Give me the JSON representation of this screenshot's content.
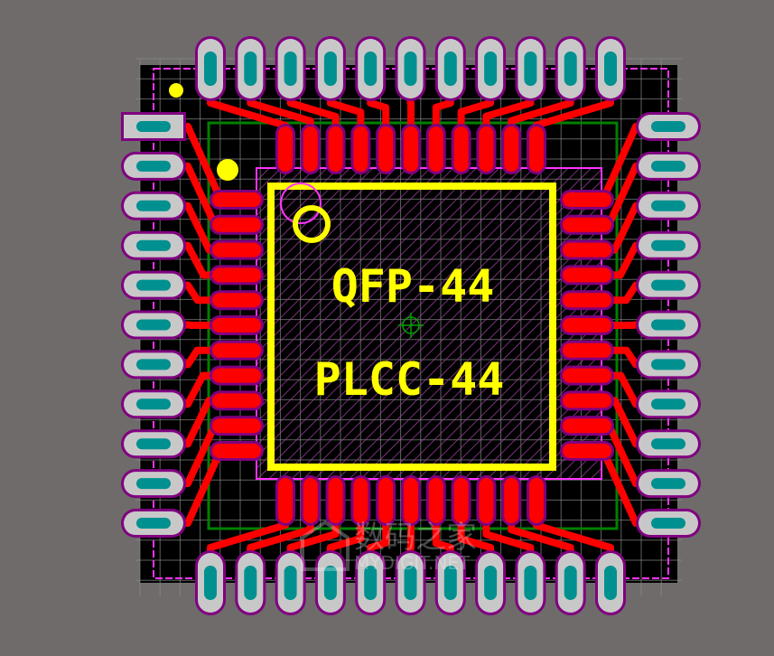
{
  "footprint": {
    "labels": {
      "qfp": "QFP-44",
      "plcc": "PLCC-44"
    },
    "qfp_pads_per_side": 11,
    "plcc_pads_per_side": 11,
    "pin1_pad_shape": "rectangle"
  },
  "watermark": {
    "cn": "数码之家",
    "en": "MYDIGIT.NET"
  },
  "colors": {
    "background": "#6f6b6b",
    "board": "#000000",
    "grid": "#8a8a8a",
    "outline": "#ff33ff",
    "courtyard": "#008000",
    "copper": "#ff0000",
    "pad_mask": "#800080",
    "pad_ring": "#c8c8c8",
    "pad_hole": "#009090",
    "silkscreen": "#ffff00",
    "hatch": "#a040a0",
    "origin": "#00a000"
  }
}
